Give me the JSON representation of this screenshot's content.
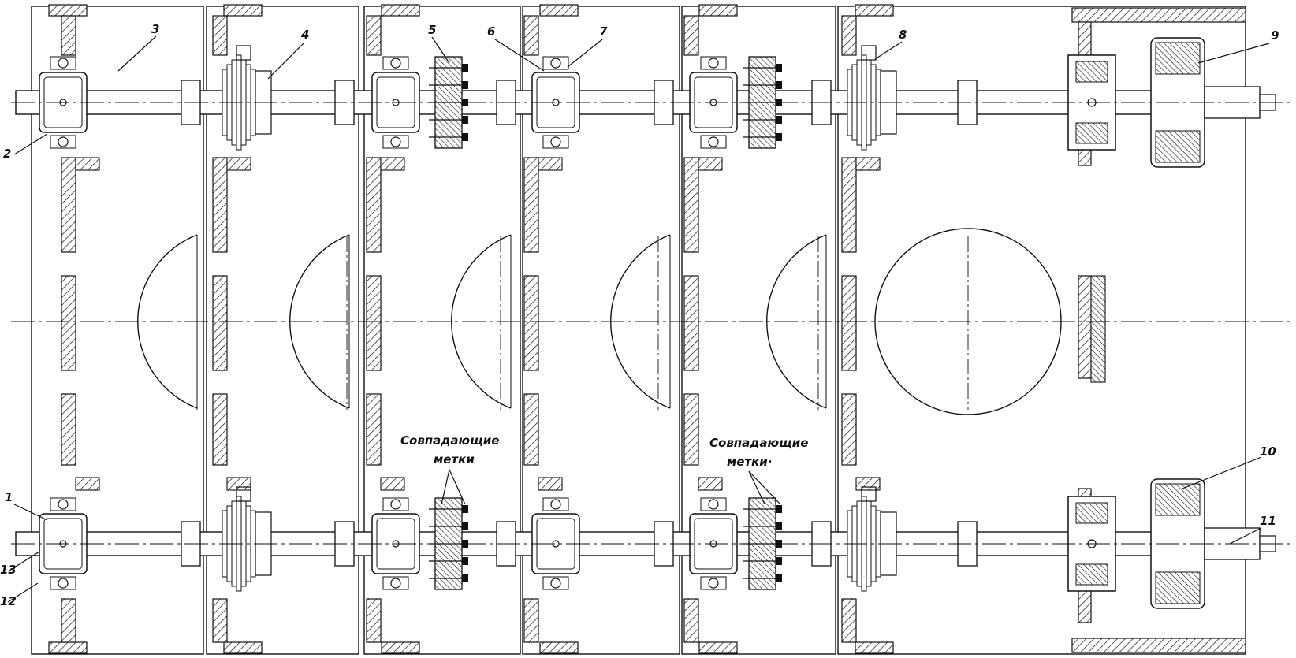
{
  "labels": [
    {
      "id": "1",
      "text": "1"
    },
    {
      "id": "2",
      "text": "2"
    },
    {
      "id": "3",
      "text": "3"
    },
    {
      "id": "4",
      "text": "4"
    },
    {
      "id": "5",
      "text": "5"
    },
    {
      "id": "6",
      "text": "6"
    },
    {
      "id": "7",
      "text": "7"
    },
    {
      "id": "8",
      "text": "8"
    },
    {
      "id": "9",
      "text": "9"
    },
    {
      "id": "10",
      "text": "10"
    },
    {
      "id": "11",
      "text": "11"
    },
    {
      "id": "12",
      "text": "12"
    },
    {
      "id": "13",
      "text": "13"
    }
  ],
  "notes": [
    {
      "line1": "Совпадающие",
      "line2": "метки"
    },
    {
      "line1": "Совпадающие",
      "line2": "метки·"
    }
  ]
}
